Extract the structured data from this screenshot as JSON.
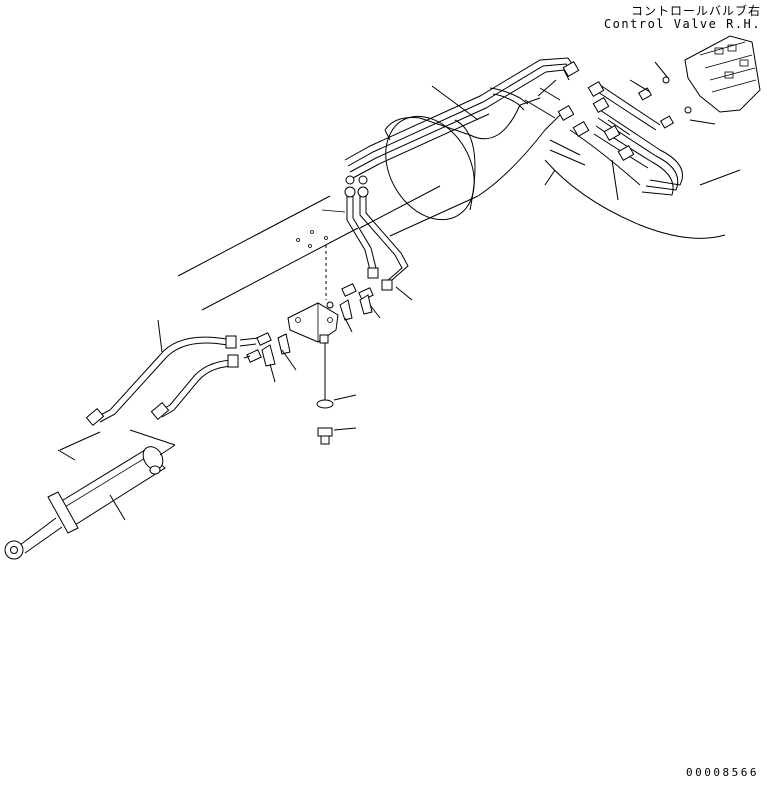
{
  "header": {
    "title_jp": "コントロールバルブ右",
    "title_en": "Control Valve R.H."
  },
  "footer": {
    "drawing_number": "00008566"
  },
  "icons": {
    "diagram": "hydraulic-piping-exploded-view"
  }
}
